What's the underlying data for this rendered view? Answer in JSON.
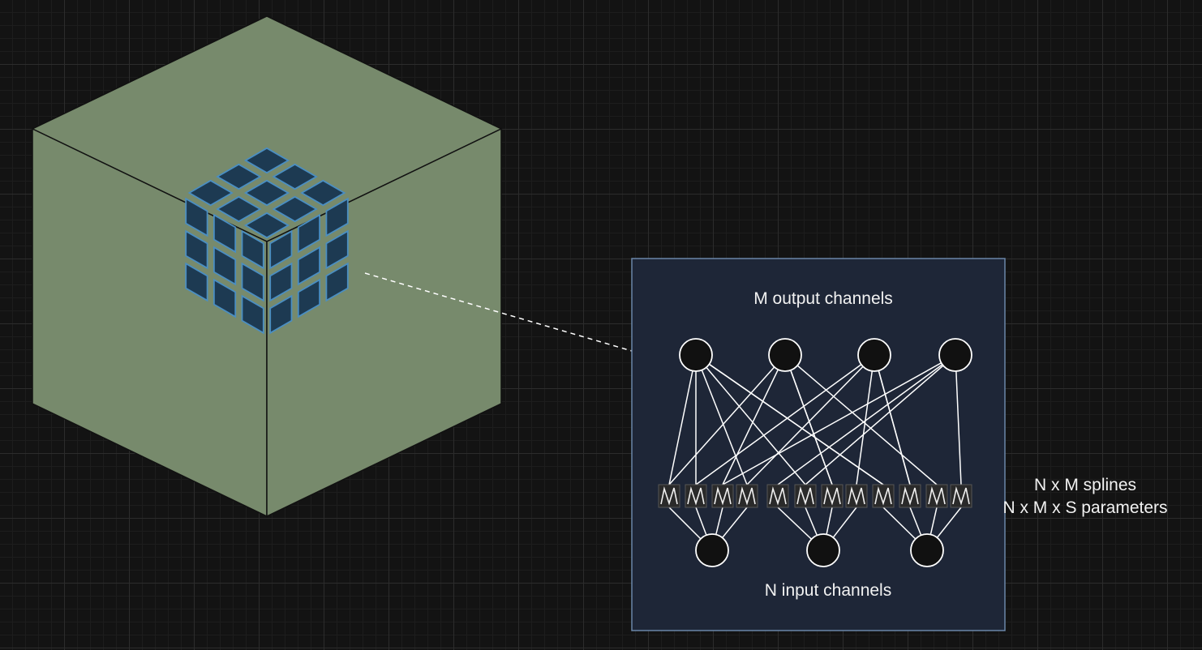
{
  "labels": {
    "output_channels": "M output channels",
    "input_channels": "N input channels",
    "splines": "N x M splines",
    "parameters": "N x M x S parameters"
  },
  "colors": {
    "background": "#131313",
    "cube_face": "#778a6c",
    "cube_edge": "#111111",
    "sub_cube_fill": "#1d3a52",
    "sub_cube_stroke": "#4a8ec2",
    "panel_fill": "#1e2637",
    "panel_stroke": "#6a86a8",
    "node_fill": "#111111",
    "node_stroke": "#ffffff",
    "edge": "#ffffff"
  },
  "network": {
    "output_nodes": 4,
    "input_nodes": 3,
    "splines_shown": 12
  }
}
